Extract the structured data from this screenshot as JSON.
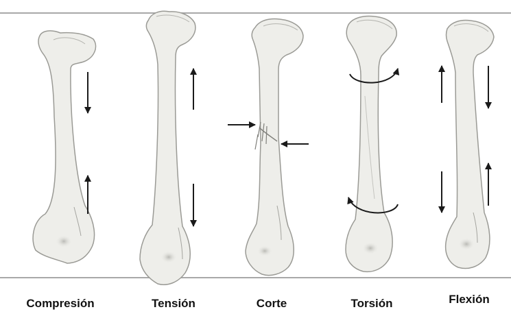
{
  "labels": {
    "compression": "Compresión",
    "tension": "Tensión",
    "shear": "Corte",
    "torsion": "Torsión",
    "bending": "Flexión"
  },
  "colors": {
    "bone_fill": "#eeeeea",
    "bone_outline": "#9a9a95",
    "arrow": "#1a1a1a",
    "rule": "#a8a8a8",
    "label": "#111111"
  }
}
